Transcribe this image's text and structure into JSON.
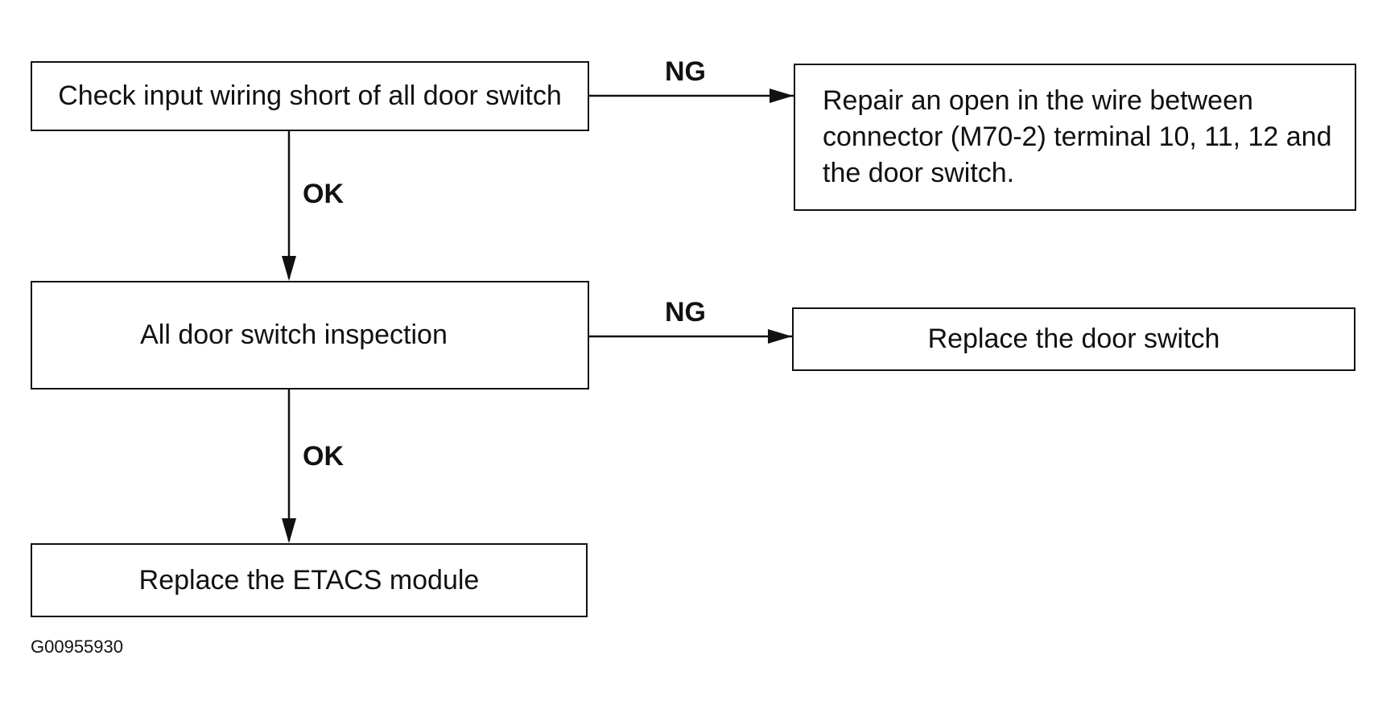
{
  "nodes": {
    "check_wiring": "Check input wiring short of all door switch",
    "repair_open": "Repair an open in the wire between connector (M70-2) terminal 10, 11, 12 and the door switch.",
    "door_inspection": "All door switch inspection",
    "replace_switch": "Replace the door switch",
    "replace_etacs": "Replace the ETACS module"
  },
  "edges": {
    "ng_1": "NG",
    "ok_1": "OK",
    "ng_2": "NG",
    "ok_2": "OK"
  },
  "figure_id": "G00955930",
  "colors": {
    "line": "#111111",
    "background": "#ffffff"
  }
}
